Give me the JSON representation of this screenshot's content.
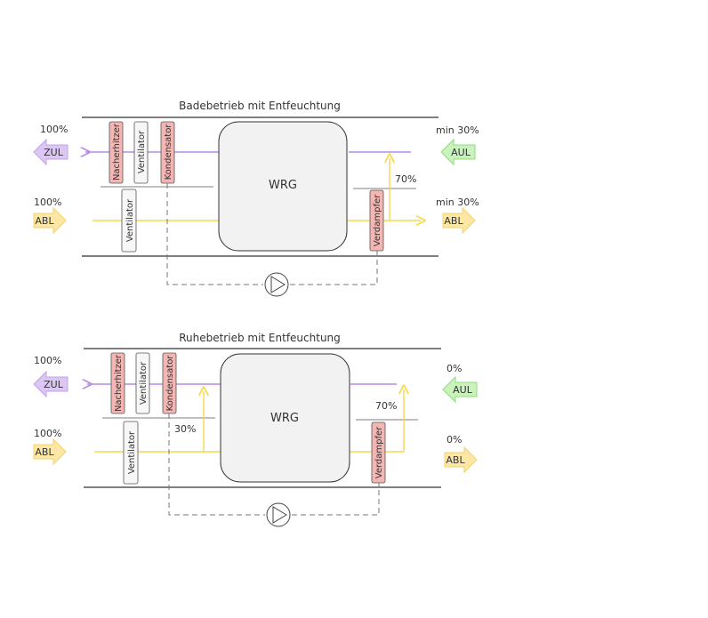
{
  "colors": {
    "purple_line": "#b68ce6",
    "yellow_line": "#f7d84a",
    "zul_fill": "#dcc6f3",
    "zul_stroke": "#c2a3ea",
    "abl_fill": "#fce7a4",
    "abl_stroke": "#f3d36a",
    "aul_fill": "#c9f2bd",
    "aul_stroke": "#8fdc7b",
    "heater_fill": "#f3b6b3",
    "fan_fill": "#f7f7f7",
    "wrg_fill": "#f2f2f2"
  },
  "diagram_top": {
    "title": "Badebetrieb mit Entfeuchtung",
    "zul_label": "ZUL",
    "zul_pct": "100%",
    "abl_left_label": "ABL",
    "abl_left_pct": "100%",
    "aul_label": "AUL",
    "aul_pct": "min 30%",
    "abl_right_label": "ABL",
    "abl_right_pct": "min 30%",
    "bypass_pct": "70%",
    "wrg_label": "WRG",
    "nacherhitzer": "Nacherhitzer",
    "ventilator_supply": "Ventilator",
    "kondensator": "Kondensator",
    "ventilator_exhaust": "Ventilator",
    "verdampfer": "Verdampfer",
    "pump_icon": "pump-icon"
  },
  "diagram_bottom": {
    "title": "Ruhebetrieb mit Entfeuchtung",
    "zul_label": "ZUL",
    "zul_pct": "100%",
    "abl_left_label": "ABL",
    "abl_left_pct": "100%",
    "aul_label": "AUL",
    "aul_pct": "0%",
    "abl_right_label": "ABL",
    "abl_right_pct": "0%",
    "bypass_pct": "70%",
    "recirc_pct": "30%",
    "wrg_label": "WRG",
    "nacherhitzer": "Nacherhitzer",
    "ventilator_supply": "Ventilator",
    "kondensator": "Kondensator",
    "ventilator_exhaust": "Ventilator",
    "verdampfer": "Verdampfer",
    "pump_icon": "pump-icon"
  }
}
